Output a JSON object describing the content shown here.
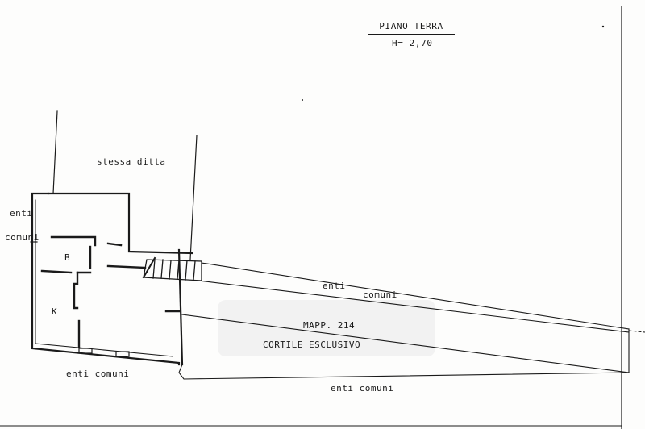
{
  "title": {
    "floor": "PIANO TERRA",
    "height": "H= 2,70"
  },
  "rooms": {
    "b": "B",
    "k": "K"
  },
  "labels": {
    "stessa_ditta": "stessa ditta",
    "enti_left": "enti",
    "comuni_left": "comuni",
    "enti_upper": "enti",
    "comuni_upper": "comuni",
    "mapp": "MAPP. 214",
    "cortile": "CORTILE   ESCLUSIVO",
    "enti_comuni_bottom_left": "enti comuni",
    "enti_comuni_bottom_right": "enti comuni"
  },
  "colors": {
    "ink": "#1a1a1a",
    "paper": "#fdfdfc"
  }
}
